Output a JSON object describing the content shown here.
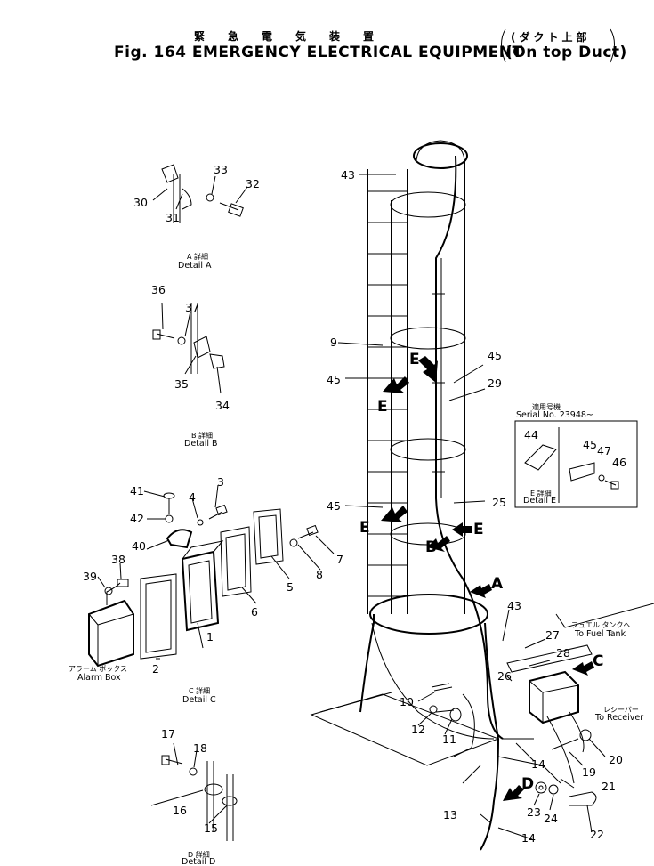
{
  "header": {
    "title_jp": "緊急電気装置",
    "title_jp_paren": "(ダクト上部",
    "title": "Fig. 164 EMERGENCY ELECTRICAL EQUIPMENT",
    "title_paren": "(On top Duct)"
  },
  "details": {
    "a_jp": "A 詳細",
    "a": "Detail A",
    "b_jp": "B 詳細",
    "b": "Detail B",
    "c_jp": "C 詳細",
    "c": "Detail C",
    "d_jp": "D 詳細",
    "d": "Detail D",
    "e_jp": "E 詳細",
    "e": "Detail E"
  },
  "serial": {
    "jp": "適用号機",
    "text": "Serial No. 23948~"
  },
  "labels": {
    "alarm_jp": "アラーム ボックス",
    "alarm": "Alarm Box",
    "fuel_jp": "フュエル タンクへ",
    "fuel": "To Fuel Tank",
    "receiver_jp": "レシーバー",
    "receiver": "To Receiver"
  },
  "arrows": {
    "a": "A",
    "b": "B",
    "c": "C",
    "d": "D",
    "e1": "E",
    "e2": "E",
    "e3": "E",
    "e4": "E"
  },
  "parts": {
    "p1": "1",
    "p2": "2",
    "p3": "3",
    "p4": "4",
    "p5": "5",
    "p6": "6",
    "p7": "7",
    "p8": "8",
    "p9": "9",
    "p10": "10",
    "p11": "11",
    "p12": "12",
    "p13": "13",
    "p14a": "14",
    "p14b": "14",
    "p15": "15",
    "p16": "16",
    "p17": "17",
    "p18": "18",
    "p19": "19",
    "p20": "20",
    "p21": "21",
    "p22": "22",
    "p23": "23",
    "p24": "24",
    "p25": "25",
    "p26": "26",
    "p27": "27",
    "p28": "28",
    "p29": "29",
    "p30": "30",
    "p31": "31",
    "p32": "32",
    "p33": "33",
    "p34": "34",
    "p35": "35",
    "p36": "36",
    "p37": "37",
    "p38": "38",
    "p39": "39",
    "p40": "40",
    "p41": "41",
    "p42": "42",
    "p43a": "43",
    "p43b": "43",
    "p44": "44",
    "p45a": "45",
    "p45b": "45",
    "p45c": "45",
    "p45d": "45",
    "p46": "46",
    "p47": "47"
  }
}
